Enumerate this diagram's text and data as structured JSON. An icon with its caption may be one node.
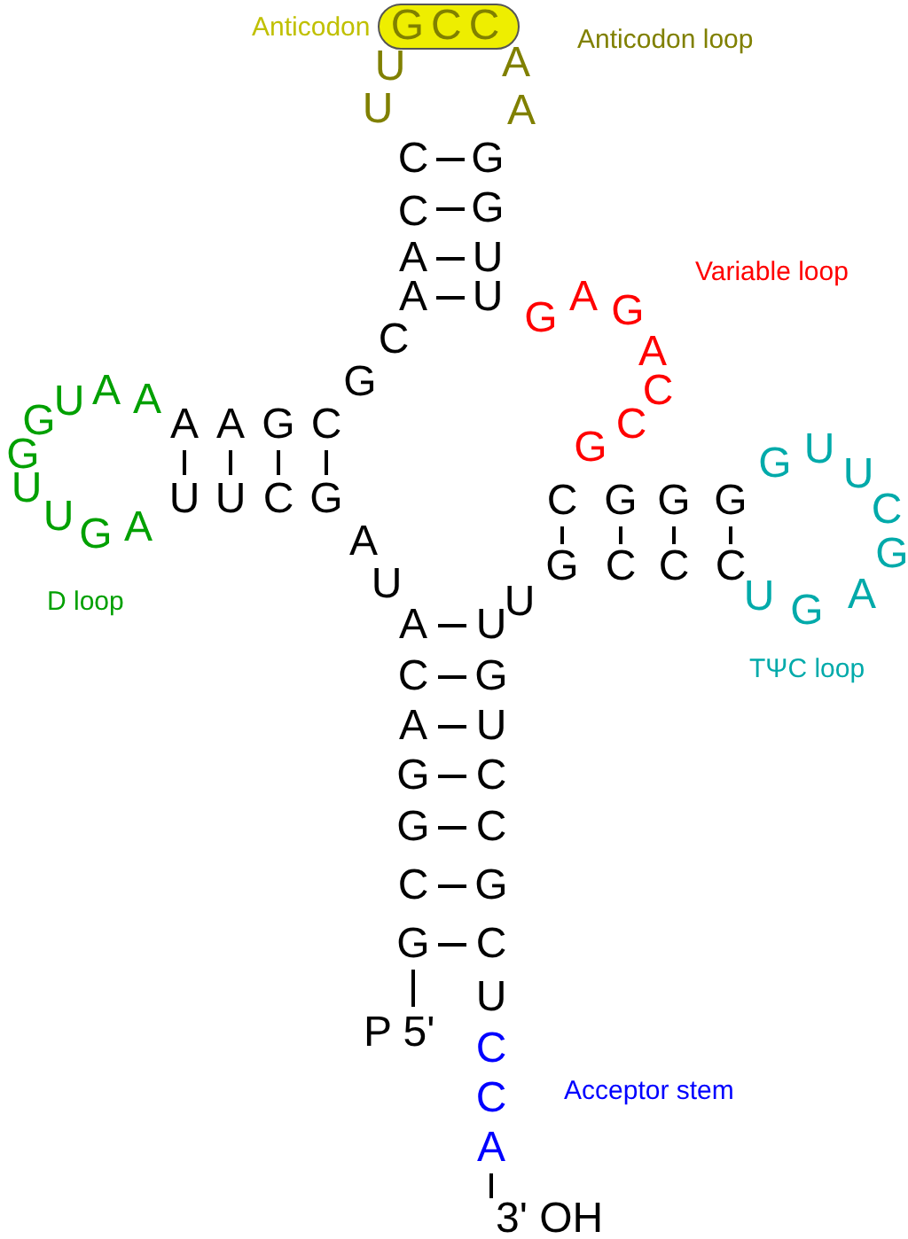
{
  "diagram": {
    "nodes": [
      {
        "text": [
          "GCC"
        ],
        "beside": [
          "Anticodon"
        ]
      }
    ],
    "labels": [
      "P 5'",
      "G",
      "C",
      "G",
      "G",
      "A",
      "C",
      "A",
      "U",
      "A",
      "G",
      "C",
      "U",
      "U",
      "A",
      "G",
      "U",
      "U",
      "G",
      "G",
      "U",
      "A",
      "A",
      "A",
      "A",
      "G",
      "C",
      "G",
      "C",
      "A",
      "A",
      "C",
      "C",
      "U",
      "U",
      "A",
      "A",
      "G",
      "G",
      "U",
      "U",
      "G",
      "A",
      "G",
      "A",
      "C",
      "C",
      "G",
      "C",
      "G",
      "G",
      "G",
      "G",
      "U",
      "U",
      "C",
      "G",
      "A",
      "G",
      "U",
      "C",
      "C",
      "C",
      "G",
      "U",
      "U",
      "G",
      "U",
      "C",
      "C",
      "G",
      "C",
      "U",
      "C",
      "C",
      "A",
      "3' OH",
      "Anticodon loop",
      "Variable loop",
      "D loop",
      "TΨC loop",
      "Acceptor stem"
    ]
  }
}
